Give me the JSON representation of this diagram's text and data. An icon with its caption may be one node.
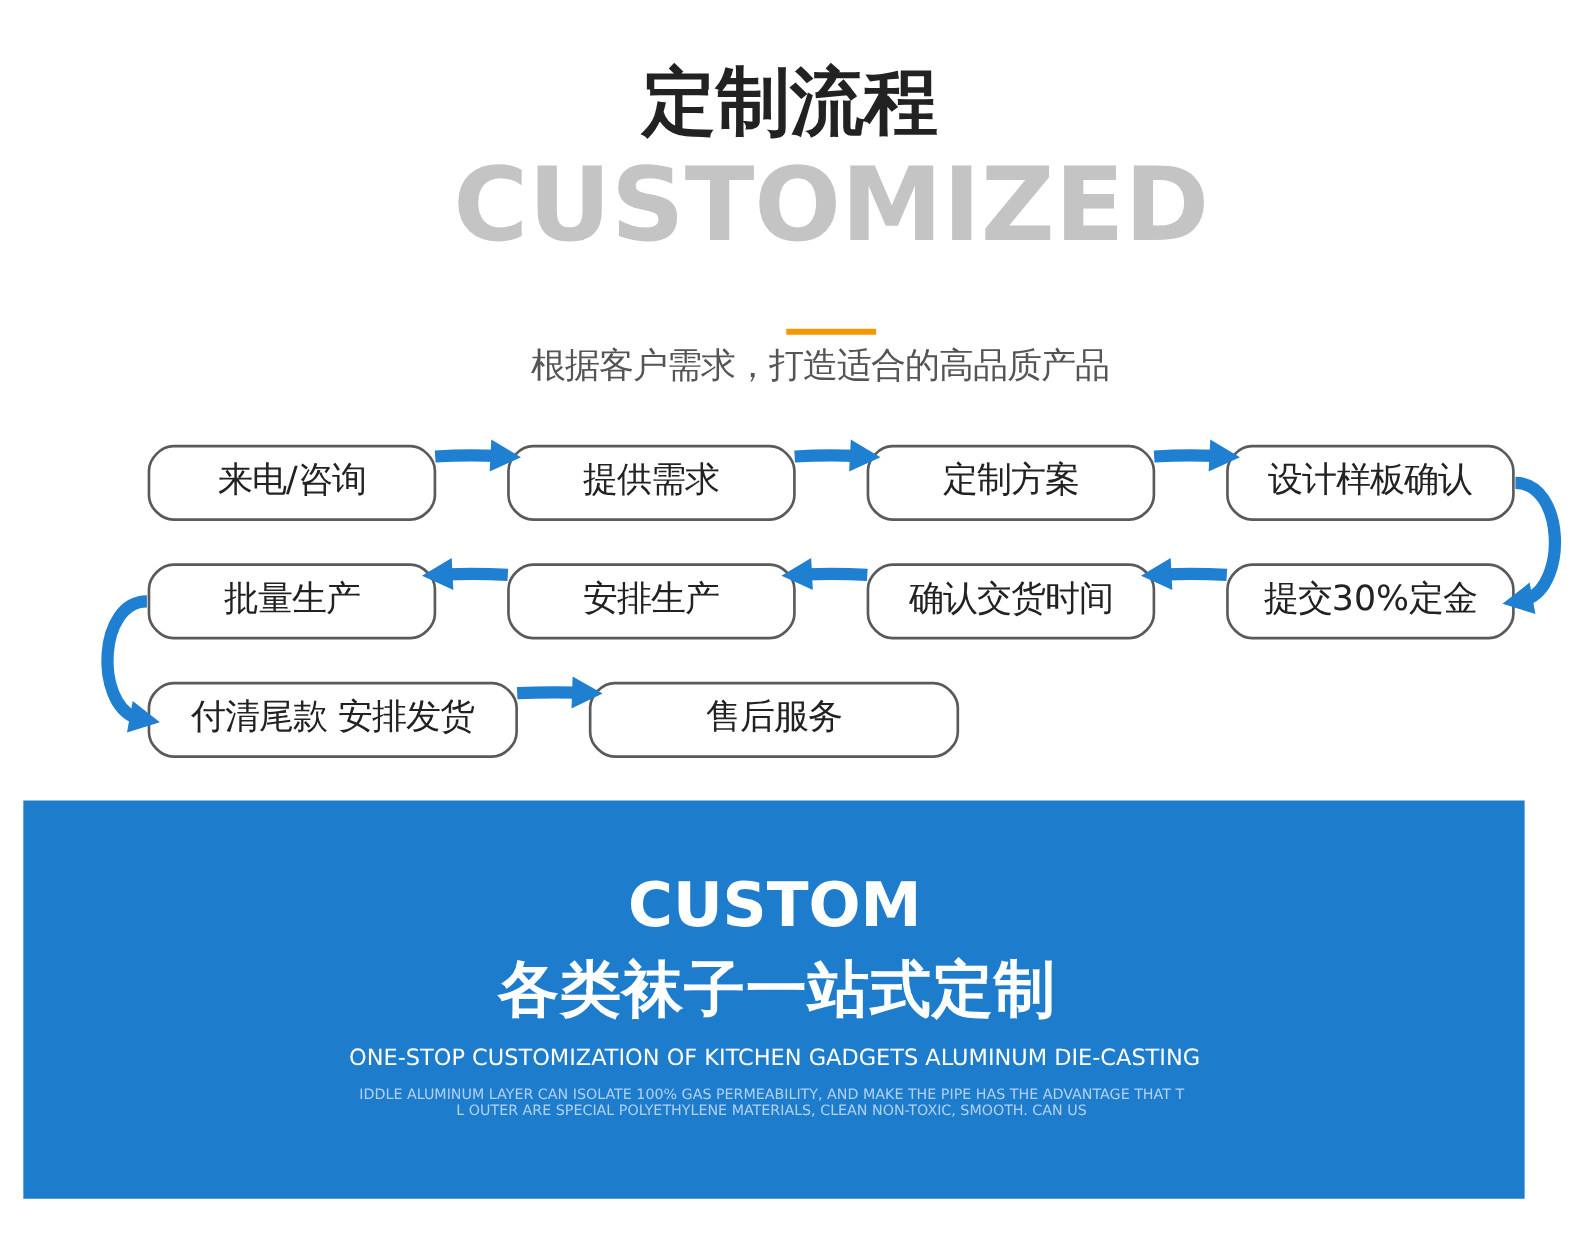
{
  "diagram": {
    "title": "定制流程",
    "nodes": [
      {
        "text": [
          "来电/咨询"
        ]
      },
      {
        "text": [
          "提供需求"
        ]
      },
      {
        "text": [
          "定制方案"
        ]
      },
      {
        "text": [
          "设计样板确认"
        ]
      },
      {
        "text": [
          "提交30%定金"
        ]
      },
      {
        "text": [
          "确认交货时间"
        ]
      },
      {
        "text": [
          "安排生产"
        ]
      },
      {
        "text": [
          "批量生产"
        ]
      },
      {
        "text": [
          "付清尾款 安排发货"
        ]
      },
      {
        "text": [
          "售后服务"
        ]
      },
      {
        "text": [
          "CUSTOM",
          "各类袜子一站式定制",
          "ONE-STOP CUSTOMIZATION OF KITCHEN GADGETS ALUMINUM DIE-CASTING",
          "IDDLE ALUMINUM LAYER CAN ISOLATE 100% GAS PERMEABILITY, AND MAKE THE PIPE HAS THE ADVANTAGE THAT T L OUTER ARE SPECIAL POLYETHYLENE MATERIALS, CLEAN NON-TOXIC, SMOOTH. CAN US"
        ]
      }
    ],
    "edges": [
      {
        "from": 0,
        "to": 1,
        "arrow": "to"
      },
      {
        "from": 1,
        "to": 2,
        "arrow": "to"
      },
      {
        "from": 2,
        "to": 3,
        "arrow": "to"
      },
      {
        "from": 3,
        "to": 4,
        "arrow": "to"
      },
      {
        "from": 4,
        "to": 5,
        "arrow": "to"
      },
      {
        "from": 5,
        "to": 6,
        "arrow": "to"
      },
      {
        "from": 6,
        "to": 7,
        "arrow": "to"
      },
      {
        "from": 7,
        "to": 8,
        "arrow": "to"
      },
      {
        "from": 8,
        "to": 9,
        "arrow": "to"
      }
    ],
    "labels": [
      "CUSTOMIZED",
      "根据客户需求，打造适合的高品质产品"
    ]
  }
}
